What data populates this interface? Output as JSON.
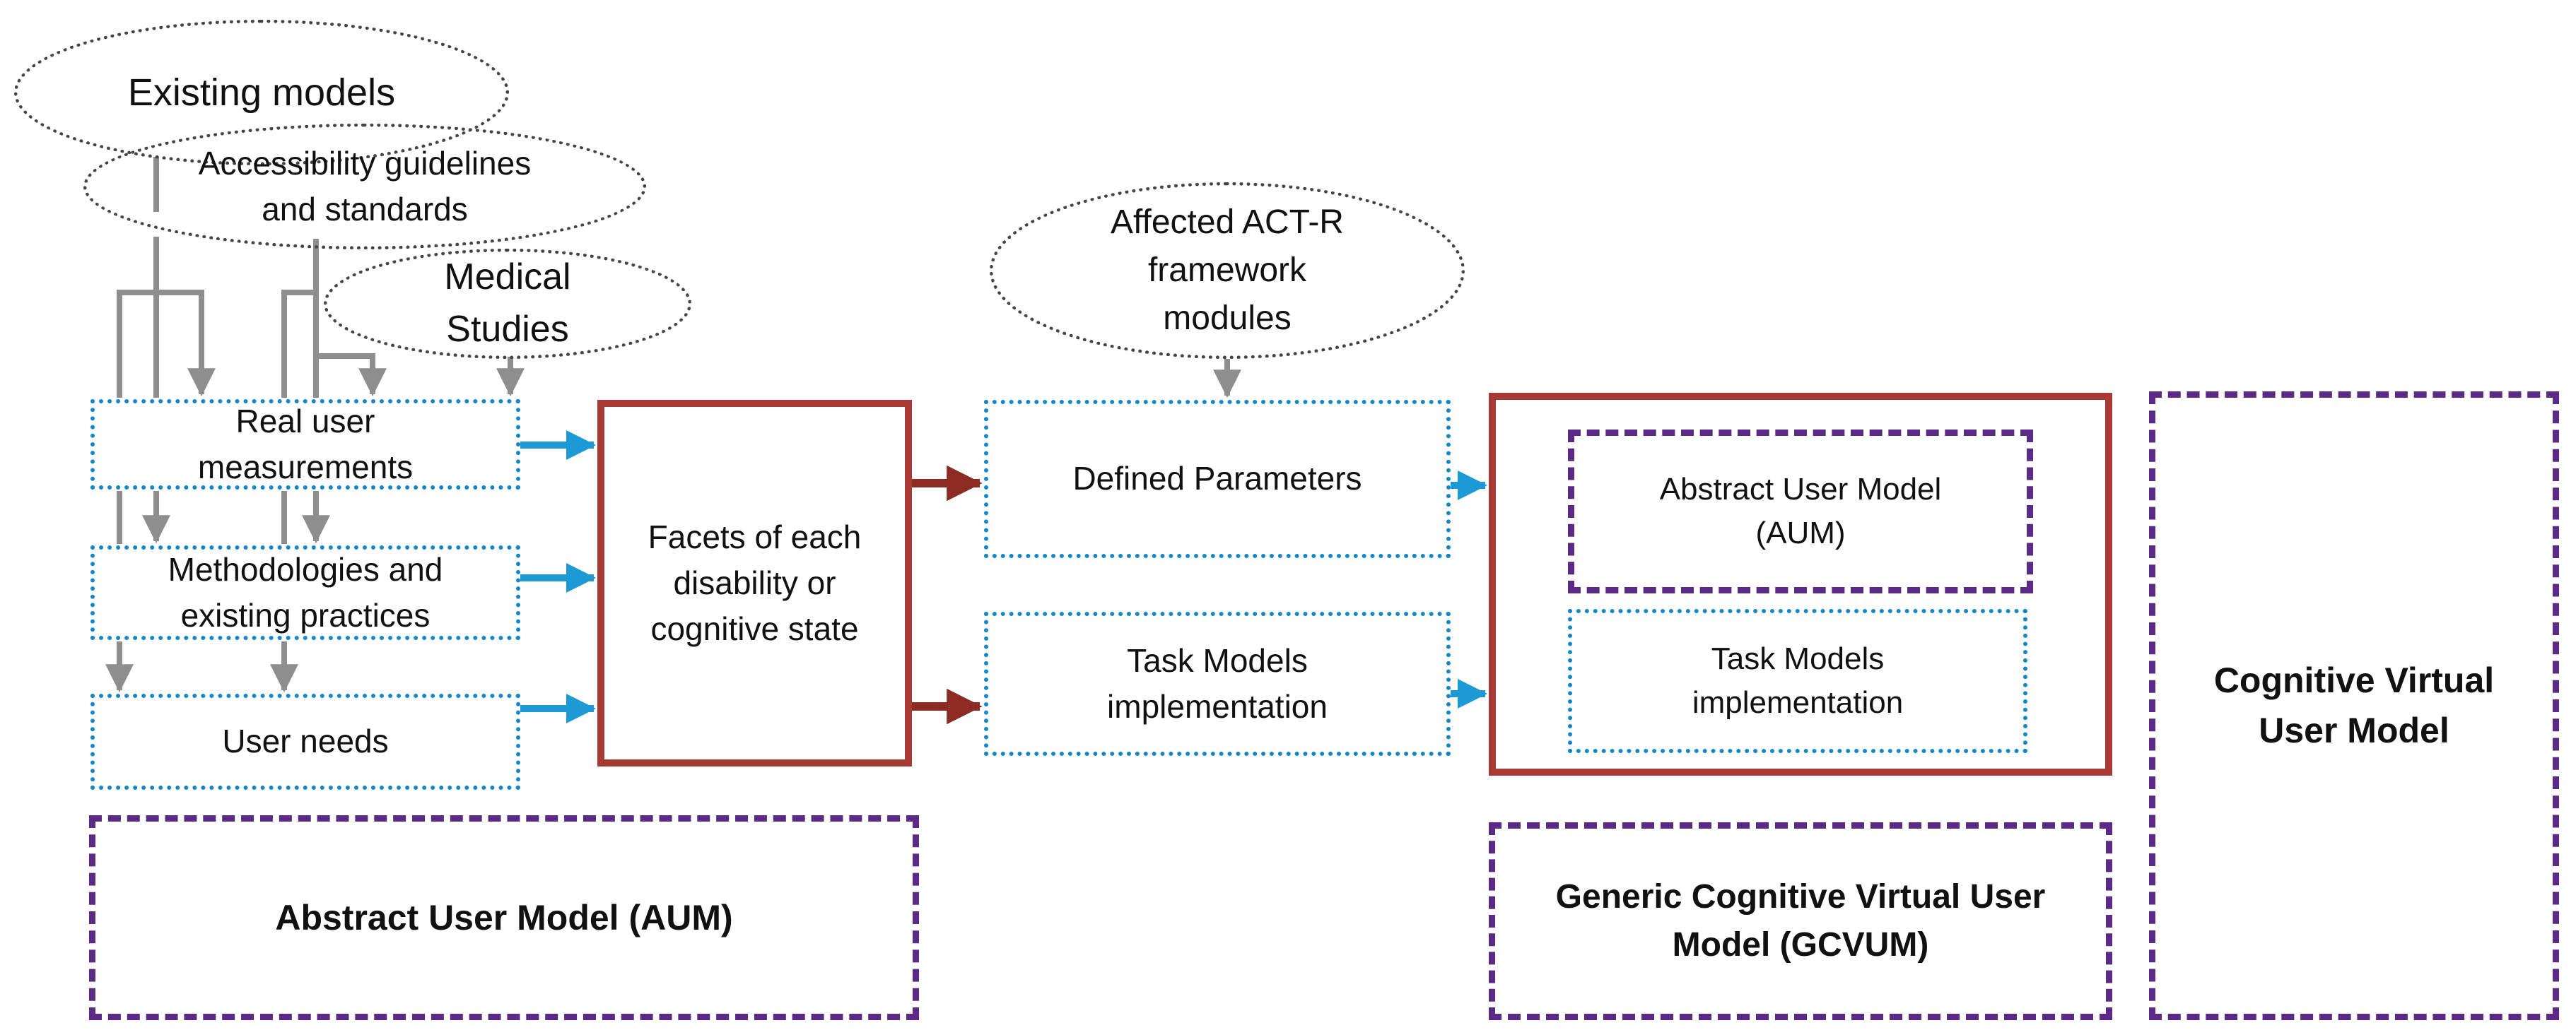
{
  "title": "Cognitive Virtual User Model generation diagram",
  "colors": {
    "blue": "#1287c9",
    "blue_arrow": "#1d9ad6",
    "purple": "#5b2a86",
    "red": "#a83a36",
    "dark_red_arrow": "#8c2a24",
    "gray_arrow": "#8e8e8e",
    "ellipse_dot": "#454545",
    "text": "#111111",
    "bg": "#ffffff"
  },
  "ellipses": {
    "existing_models": {
      "label": "Existing models"
    },
    "accessibility": {
      "label": "Accessibility guidelines\nand standards"
    },
    "medical": {
      "label": "Medical\nStudies"
    },
    "actr": {
      "label": "Affected ACT-R\nframework\nmodules"
    }
  },
  "boxes": {
    "real_user": {
      "label": "Real user\nmeasurements"
    },
    "methodologies": {
      "label": "Methodologies and\nexisting practices"
    },
    "user_needs": {
      "label": "User needs"
    },
    "facets": {
      "label": "Facets of each\ndisability or\ncognitive state"
    },
    "defined_parameters": {
      "label": "Defined Parameters"
    },
    "task_models": {
      "label": "Task Models\nimplementation"
    },
    "aum_inner": {
      "label": "Abstract User Model\n(AUM)"
    },
    "task_models_inner": {
      "label": "Task Models\nimplementation"
    }
  },
  "group_labels": {
    "aum": {
      "label": "Abstract User Model (AUM)"
    },
    "gcvum": {
      "label": "Generic Cognitive Virtual User\nModel (GCVUM)"
    },
    "cvum": {
      "label": "Cognitive Virtual\nUser Model"
    }
  }
}
